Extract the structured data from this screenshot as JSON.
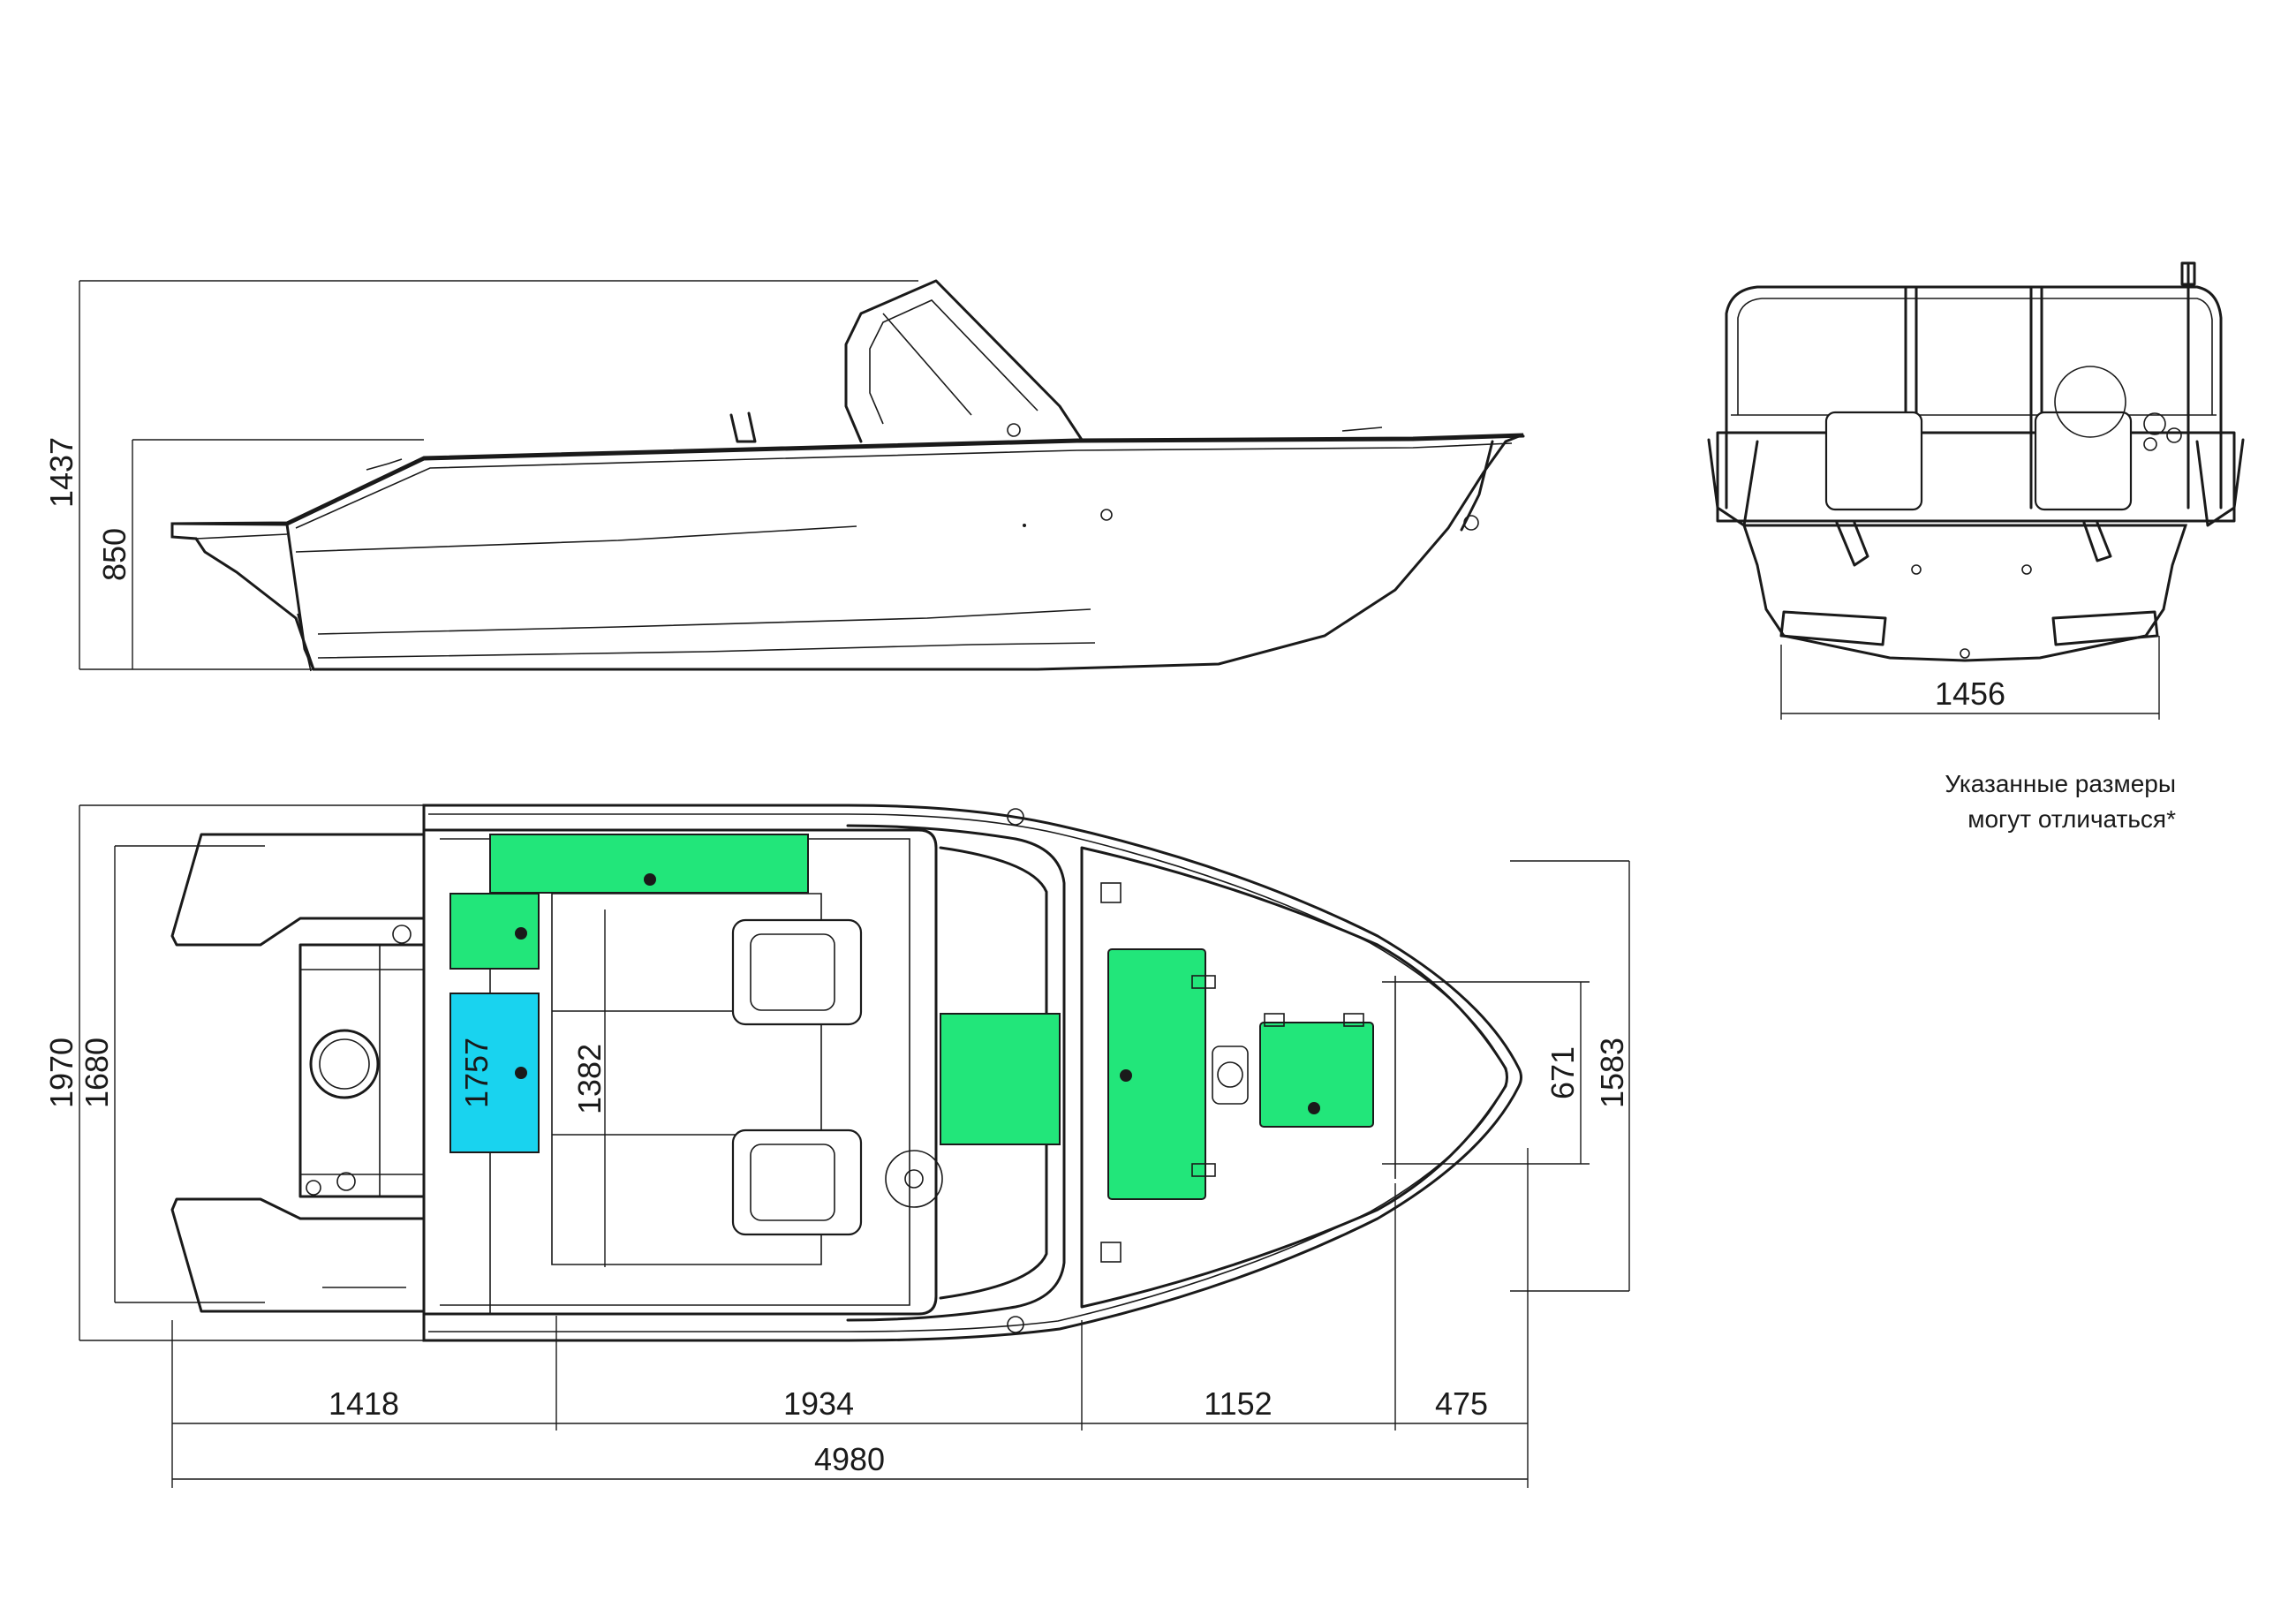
{
  "note": {
    "line1": "Указанные размеры",
    "line2": "могут отличаться*"
  },
  "side_view": {
    "dimensions": {
      "overall_height": "1437",
      "hull_height": "850"
    }
  },
  "rear_view": {
    "dimensions": {
      "beam": "1456"
    }
  },
  "top_view": {
    "dimensions": {
      "overall_width": "1970",
      "transom_width": "1680",
      "cockpit_length": "1757",
      "cockpit_width": "1382",
      "bow_deck_width": "671",
      "forward_width": "1583",
      "section_stern": "1418",
      "section_cockpit": "1934",
      "section_foredeck": "1152",
      "section_bow": "475",
      "overall_length": "4980"
    },
    "highlight_colors": {
      "storage": "#22e67a",
      "cockpit_locker": "#19d3ef"
    }
  }
}
